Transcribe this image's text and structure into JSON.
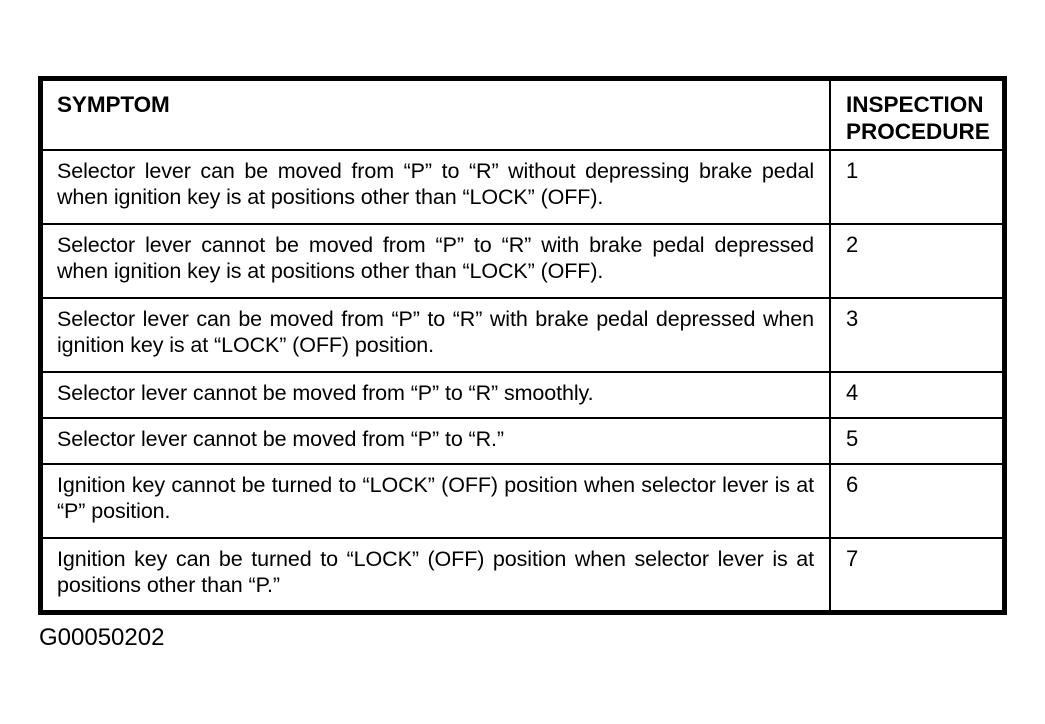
{
  "table": {
    "columns": [
      {
        "label": "SYMPTOM"
      },
      {
        "label": "INSPECTION PROCEDURE"
      }
    ],
    "rows": [
      {
        "symptom": "Selector lever can be moved from “P” to “R” without depressing brake pedal when ignition key is at positions other than “LOCK” (OFF).",
        "procedure": "1"
      },
      {
        "symptom": "Selector lever cannot be moved from “P” to “R” with brake pedal depressed when ignition key is at positions other than “LOCK” (OFF).",
        "procedure": "2"
      },
      {
        "symptom": "Selector lever can be moved from “P” to “R” with brake pedal depressed when ignition key is at “LOCK” (OFF) position.",
        "procedure": "3"
      },
      {
        "symptom": "Selector lever cannot be moved from “P” to “R” smoothly.",
        "procedure": "4"
      },
      {
        "symptom": "Selector lever cannot be moved from “P” to “R.”",
        "procedure": "5"
      },
      {
        "symptom": "Ignition key cannot be turned to “LOCK” (OFF) position when selector lever is at “P” position.",
        "procedure": "6"
      },
      {
        "symptom": "Ignition key can be turned to “LOCK” (OFF) position when selector lever is at positions other than “P.”",
        "procedure": "7"
      }
    ]
  },
  "caption": {
    "figure_id": "G00050202"
  },
  "colors": {
    "border": "#000000",
    "text": "#000000",
    "background": "#ffffff"
  }
}
